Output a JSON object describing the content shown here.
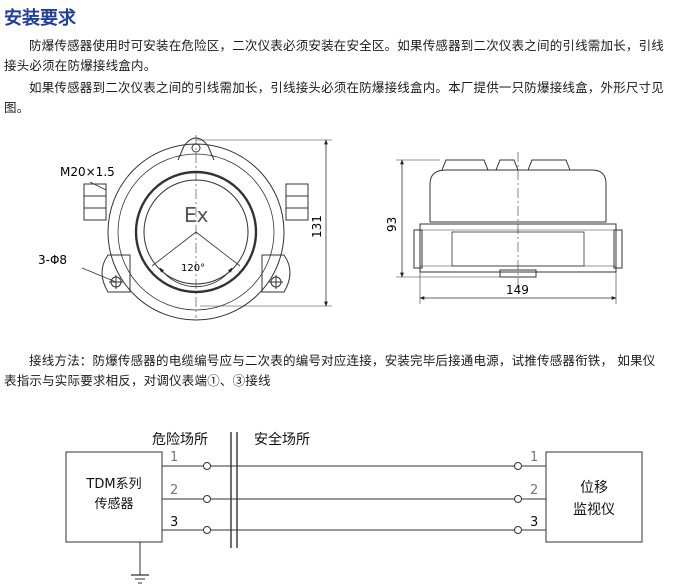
{
  "title": "安装要求",
  "paragraphs": {
    "p1": "防爆传感器使用时可安装在危险区，二次仪表必须安装在安全区。如果传感器到二次仪表之间的引线需加长，引线接头必须在防爆接线盒内。",
    "p2": "如果传感器到二次仪表之间的引线需加长，引线接头必须在防爆接线盒内。本厂提供一只防爆接线盒，外形尺寸见图。",
    "p3": "接线方法：防爆传感器的电缆编号应与二次表的编号对应连接，安装完毕后接通电源，试推传感器衔铁，  如果仪表指示与实际要求相反，对调仪表端①、③接线"
  },
  "front_view": {
    "thread_label": "M20×1.5",
    "hole_label": "3-Φ8",
    "mark": "Ex",
    "angle_label": "120°",
    "height_dim": "131"
  },
  "side_view": {
    "height_dim": "93",
    "width_dim": "149"
  },
  "wiring": {
    "hazard_zone": "危险场所",
    "safe_zone": "安全场所",
    "sensor_line1": "TDM系列",
    "sensor_line2": "传感器",
    "meter_line1": "位移",
    "meter_line2": "监视仪",
    "left_terminals": [
      "1",
      "2",
      "3"
    ],
    "right_terminals": [
      "1",
      "2",
      "3"
    ]
  }
}
